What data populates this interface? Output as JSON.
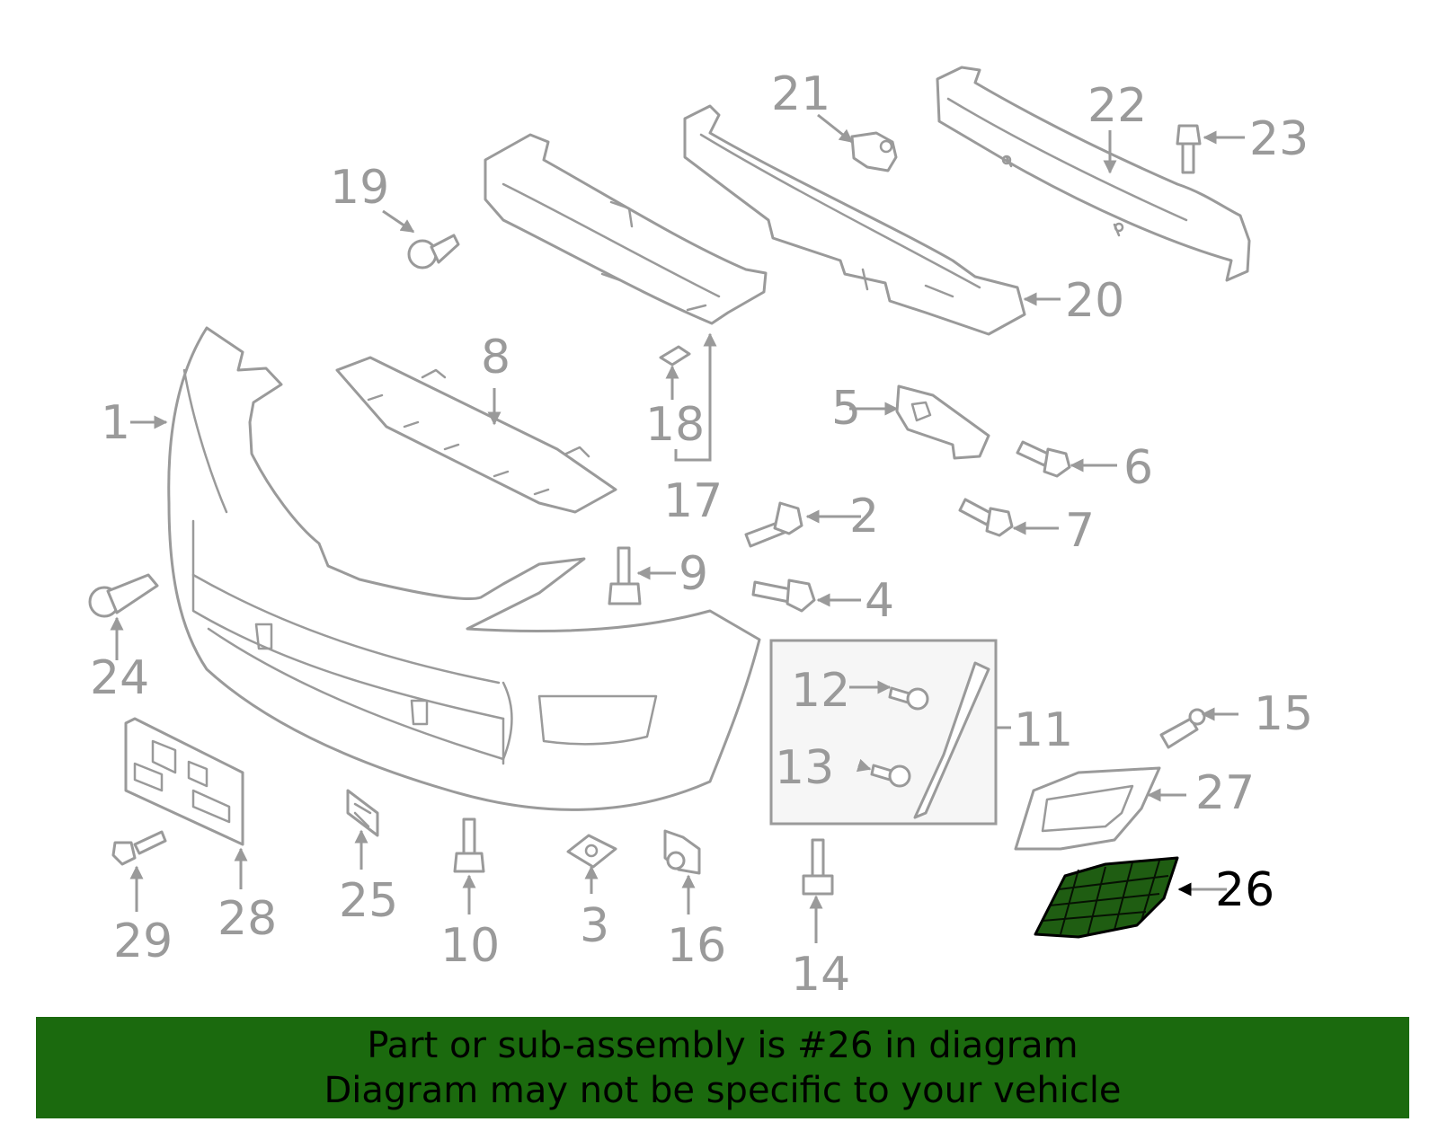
{
  "diagram": {
    "callouts": {
      "c1": "1",
      "c2": "2",
      "c3": "3",
      "c4": "4",
      "c5": "5",
      "c6": "6",
      "c7": "7",
      "c8": "8",
      "c9": "9",
      "c10": "10",
      "c11": "11",
      "c12": "12",
      "c13": "13",
      "c14": "14",
      "c15": "15",
      "c16": "16",
      "c17": "17",
      "c18": "18",
      "c19": "19",
      "c20": "20",
      "c21": "21",
      "c22": "22",
      "c23": "23",
      "c24": "24",
      "c25": "25",
      "c26": "26",
      "c27": "27",
      "c28": "28",
      "c29": "29"
    },
    "highlighted_part": "26",
    "highlight_color": "#1f5d12"
  },
  "banner": {
    "line1": "Part or sub-assembly is #26 in diagram",
    "line2": "Diagram may not be specific to your vehicle",
    "background": "#1b6a0e"
  }
}
